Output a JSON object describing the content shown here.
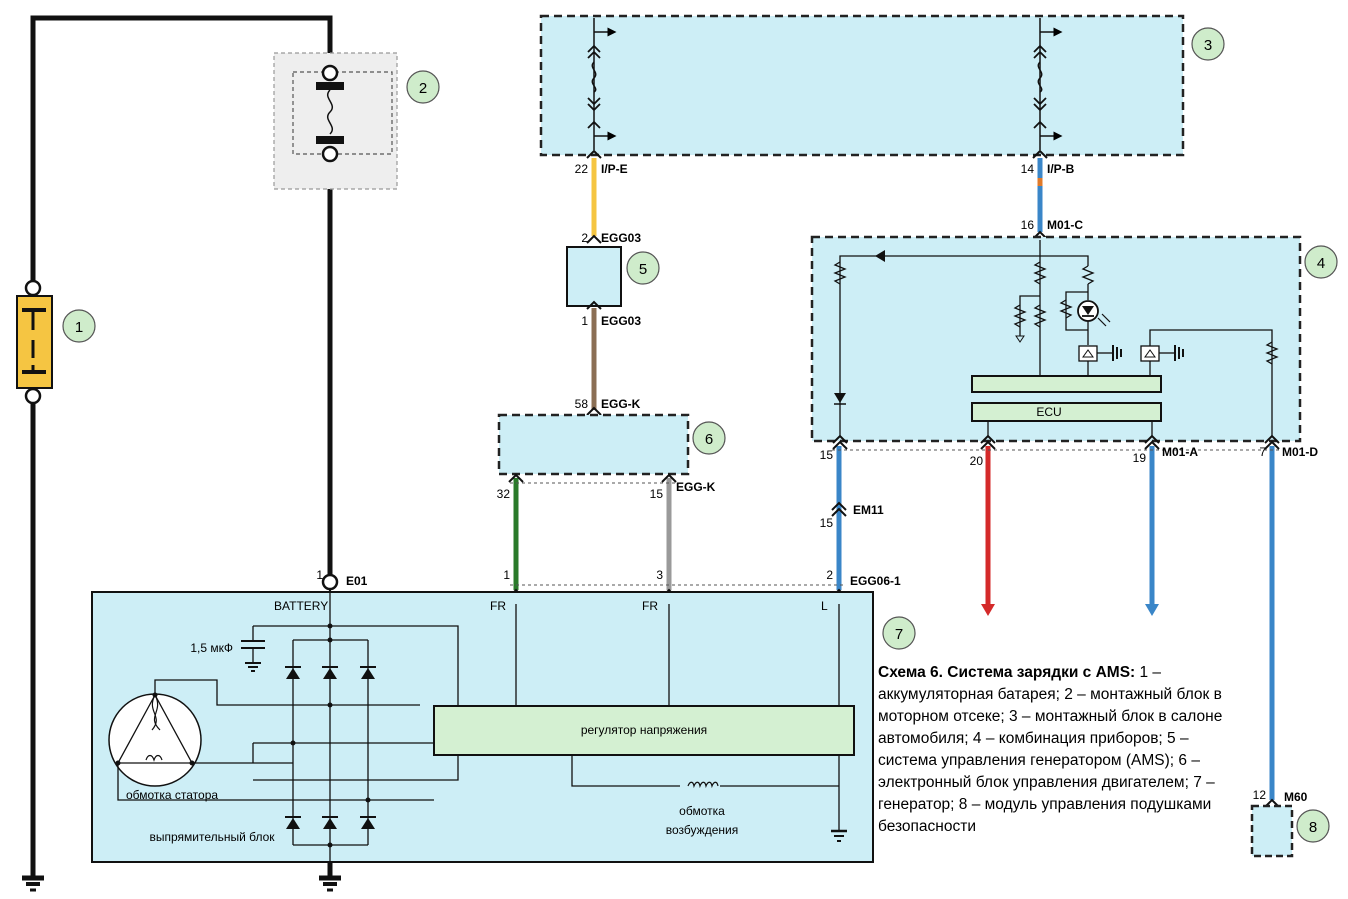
{
  "callouts": [
    "1",
    "2",
    "3",
    "4",
    "5",
    "6",
    "7",
    "8"
  ],
  "connectors": {
    "ip_e": "I/P-E",
    "ip_e_pin": "22",
    "ip_b": "I/P-B",
    "ip_b_pin": "14",
    "egg03_top": "EGG03",
    "egg03_top_pin": "2",
    "egg03_bottom": "EGG03",
    "egg03_bottom_pin": "1",
    "egg_k_58": "EGG-K",
    "egg_k_58_pin": "58",
    "egg_k_15": "EGG-K",
    "egg_k_15_pin": "15",
    "pin_32": "32",
    "m01c": "M01-C",
    "m01c_pin": "16",
    "pin_15_cluster": "15",
    "pin_20": "20",
    "m01a": "M01-A",
    "m01a_pin": "19",
    "m01d": "M01-D",
    "m01d_pin": "7",
    "em11": "EM11",
    "em11_pin": "15",
    "e01": "E01",
    "e01_pin": "1",
    "egg06": "EGG06-1",
    "gen_pin_1": "1",
    "gen_pin_3": "3",
    "gen_pin_2": "2",
    "m60": "M60",
    "m60_pin": "12"
  },
  "generator": {
    "battery": "BATTERY",
    "fr1": "FR",
    "fr2": "FR",
    "l": "L",
    "capacitor": "1,5 мкФ",
    "regulator": "регулятор напряжения",
    "stator": "обмотка статора",
    "rectifier": "выпрямительный блок",
    "excitation_1": "обмотка",
    "excitation_2": "возбуждения"
  },
  "cluster": {
    "ecu": "ECU"
  },
  "caption": {
    "title": "Схема 6. Система зарядки с AMS:",
    "text": " 1 – аккумуляторная батарея; 2 – монтажный блок в моторном отсеке; 3 – монтажный блок в салоне автомобиля; 4 – комбинация приборов; 5 – система управления генератором (AMS); 6 – электронный блок управления двигателем; 7 – генератор; 8 – модуль управления подушками безопасности"
  },
  "colors": {
    "box_fill": "#cdeef6",
    "box_green": "#d4f0d2",
    "wire_yellow": "#f5c542",
    "wire_brown": "#8b6f55",
    "wire_green": "#2a7a2a",
    "wire_gray": "#9a9a9a",
    "wire_blue": "#3a86c8",
    "wire_red": "#d42a2a",
    "callout_fill": "#cfeccb",
    "battery_fill": "#f5c542"
  }
}
